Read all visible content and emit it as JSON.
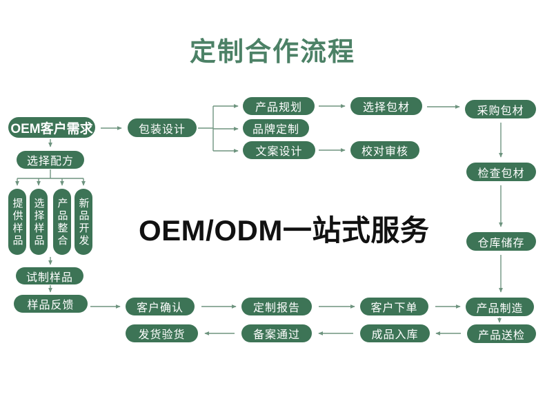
{
  "title": "定制合作流程",
  "center_text": "OEM/ODM一站式服务",
  "colors": {
    "pill_green": "#3d7456",
    "title_green": "#4c8166",
    "arrow": "#6e947f",
    "text_dark": "#111111",
    "background": "#ffffff"
  },
  "nodes": [
    {
      "id": "oem-customer-needs",
      "label": "OEM客户需求"
    },
    {
      "id": "packaging-design",
      "label": "包装设计"
    },
    {
      "id": "product-planning",
      "label": "产品规划"
    },
    {
      "id": "brand-customization",
      "label": "品牌定制"
    },
    {
      "id": "copywriting-design",
      "label": "文案设计"
    },
    {
      "id": "select-packaging-material",
      "label": "选择包材"
    },
    {
      "id": "proofread-review",
      "label": "校对审核"
    },
    {
      "id": "purchase-packaging-material",
      "label": "采购包材"
    },
    {
      "id": "inspect-packaging-material",
      "label": "检查包材"
    },
    {
      "id": "warehouse-storage",
      "label": "仓库储存"
    },
    {
      "id": "select-formula",
      "label": "选择配方"
    },
    {
      "id": "provide-samples",
      "label": "提供样品"
    },
    {
      "id": "choose-samples",
      "label": "选择样品"
    },
    {
      "id": "product-integration",
      "label": "产品整合"
    },
    {
      "id": "new-product-development",
      "label": "新品开发"
    },
    {
      "id": "trial-samples",
      "label": "试制样品"
    },
    {
      "id": "sample-feedback",
      "label": "样品反馈"
    },
    {
      "id": "customer-confirmation",
      "label": "客户确认"
    },
    {
      "id": "custom-report",
      "label": "定制报告"
    },
    {
      "id": "customer-order",
      "label": "客户下单"
    },
    {
      "id": "product-manufacturing",
      "label": "产品制造"
    },
    {
      "id": "product-inspection",
      "label": "产品送检"
    },
    {
      "id": "finished-product-warehousing",
      "label": "成品入库"
    },
    {
      "id": "filing-approved",
      "label": "备案通过"
    },
    {
      "id": "shipping-inspection",
      "label": "发货验货"
    }
  ]
}
